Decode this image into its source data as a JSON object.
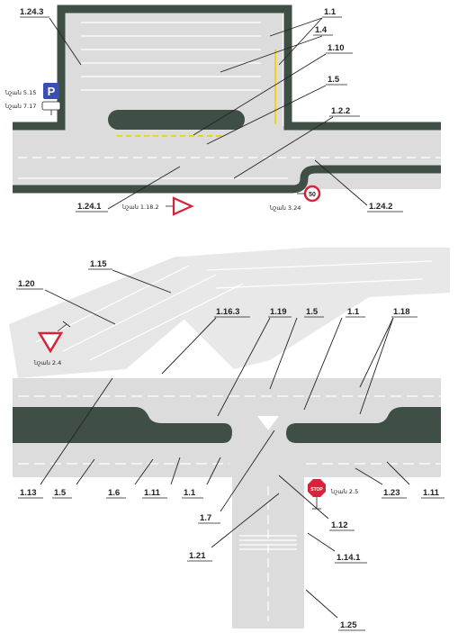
{
  "labels": {
    "l_1243": "1.24.3",
    "l_11_top": "1.1",
    "l_14": "1.4",
    "l_110": "1.10",
    "l_15_top": "1.5",
    "l_122": "1.2.2",
    "l_1241": "1.24.1",
    "l_1242": "1.24.2",
    "l_115": "1.15",
    "l_120": "1.20",
    "l_1163": "1.16.3",
    "l_119": "1.19",
    "l_15_mid": "1.5",
    "l_11_mid": "1.1",
    "l_118": "1.18",
    "l_113": "1.13",
    "l_15_bot": "1.5",
    "l_16": "1.6",
    "l_111_a": "1.11",
    "l_11_bot": "1.1",
    "l_123": "1.23",
    "l_111_b": "1.11",
    "l_17": "1.7",
    "l_112": "1.12",
    "l_121": "1.21",
    "l_1141": "1.14.1",
    "l_125": "1.25"
  },
  "signs": {
    "parking_letter": "P",
    "parking_caption_1": "նշան 5.15",
    "parking_caption_2": "նշան 7.17",
    "sign_1182_caption": "նշան 1.18.2",
    "speed_value": "50",
    "sign_324_caption": "նշան 3.24",
    "sign_24_caption": "նշան 2.4",
    "stop_text": "STOP",
    "sign_25_caption": "նշան 2.5"
  },
  "colors": {
    "road": "#dcdcdc",
    "island": "#3f4f46",
    "curb": "#3f4f46",
    "yellow_marking": "#f2d21b",
    "parking_blue": "#3a4fb0",
    "sign_red": "#d9233a"
  }
}
